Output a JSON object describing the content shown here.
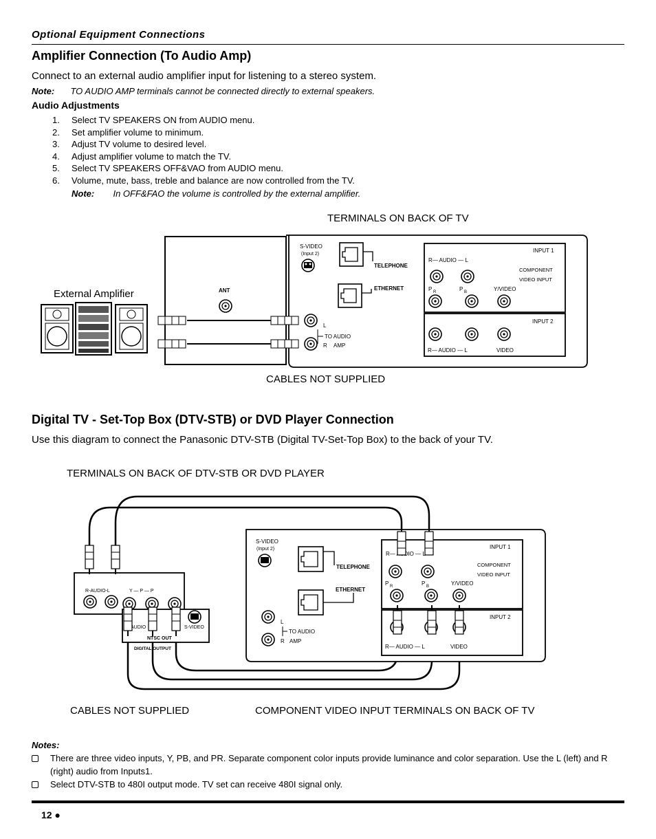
{
  "section_header": "Optional Equipment Connections",
  "amp": {
    "title": "Amplifier Connection (To Audio Amp)",
    "intro": "Connect to an external audio amplifier input for listening to a stereo system.",
    "note_label": "Note:",
    "note_text": "TO AUDIO AMP terminals cannot be connected directly to external speakers.",
    "adjust_title": "Audio Adjustments",
    "steps": [
      {
        "num": "1.",
        "text": "Select TV SPEAKERS ON from AUDIO menu."
      },
      {
        "num": "2.",
        "text": "Set amplifier volume to minimum."
      },
      {
        "num": "3.",
        "text": "Adjust TV volume to desired level."
      },
      {
        "num": "4.",
        "text": "Adjust amplifier volume to match the TV."
      },
      {
        "num": "5.",
        "text": "Select TV SPEAKERS OFF&VAO from AUDIO menu."
      },
      {
        "num": "6.",
        "text": "Volume, mute, bass, treble and balance are now controlled from the TV."
      }
    ],
    "note2_label": "Note:",
    "note2_text": "In OFF&FAO the volume is controlled by the external amplifier."
  },
  "diagram1": {
    "caption_top": "TERMINALS ON BACK OF TV",
    "ext_amp_label": "External Amplifier",
    "ant": "ANT",
    "svideo": "S-VIDEO",
    "input2_paren": "(Input 2)",
    "telephone": "TELEPHONE",
    "ethernet": "ETHERNET",
    "l": "L",
    "r": "R",
    "to_audio": "TO AUDIO",
    "amp": "AMP",
    "input1": "INPUT 1",
    "r_audio_l": "R— AUDIO — L",
    "component": "COMPONENT",
    "video_input": "VIDEO INPUT",
    "pr": "P",
    "pb": "P",
    "sub_r": "R",
    "sub_b": "B",
    "yvideo": "Y/VIDEO",
    "input2": "INPUT 2",
    "video": "VIDEO",
    "caption_bottom": "CABLES NOT SUPPLIED"
  },
  "dtv": {
    "title": "Digital TV - Set-Top Box (DTV-STB) or DVD Player Connection",
    "intro": "Use this diagram to connect the Panasonic DTV-STB (Digital TV-Set-Top Box) to the back of your TV.",
    "caption_top": "TERMINALS ON BACK OF DTV-STB OR DVD PLAYER"
  },
  "diagram2": {
    "stb_audio": "R-AUDIO-L",
    "stb_ypbpr": "Y — P  — P",
    "stb_audio_short": "AUDIO",
    "stb_svideo": "S-VIDEO",
    "stb_ntsc_out": "NTSC OUT",
    "stb_digital_output": "DIGITAL OUTPUT",
    "svideo": "S-VIDEO",
    "input2_paren": "(Input 2)",
    "telephone": "TELEPHONE",
    "ethernet": "ETHERNET",
    "l": "L",
    "r": "R",
    "to_audio": "TO AUDIO",
    "amp": "AMP",
    "input1": "INPUT 1",
    "r_audio_l": "R— AUDIO — L",
    "component": "COMPONENT",
    "video_input": "VIDEO INPUT",
    "yvideo": "Y/VIDEO",
    "input2": "INPUT 2",
    "r_audio_l2": "R— AUDIO — L",
    "video": "VIDEO",
    "caption_left": "CABLES NOT SUPPLIED",
    "caption_right": "COMPONENT VIDEO INPUT TERMINALS ON BACK OF TV"
  },
  "notes": {
    "label": "Notes:",
    "items": [
      "There are three video inputs, Y, PB, and PR. Separate component color inputs provide luminance and color separation. Use the L (left) and R (right) audio from Inputs1.",
      "Select DTV-STB to 480I output mode. TV set can receive 480I signal only."
    ]
  },
  "page_number": "12 ●"
}
